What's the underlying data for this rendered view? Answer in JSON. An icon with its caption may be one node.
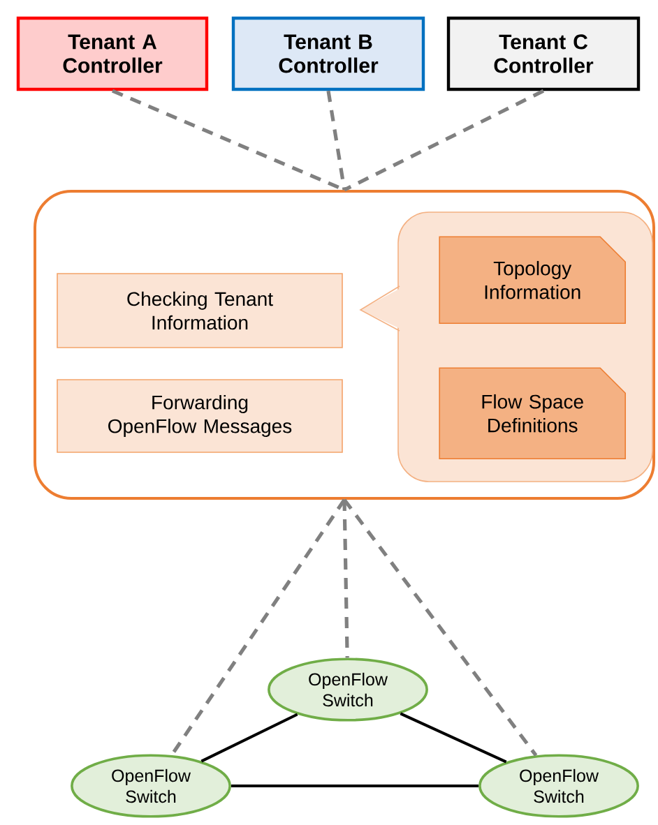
{
  "diagram": {
    "nodes": [
      {
        "text": [
          "Tenant A Controller"
        ]
      },
      {
        "text": [
          "Tenant B Controller"
        ]
      },
      {
        "text": [
          "Tenant C Controller"
        ]
      },
      {
        "text": [],
        "shape": "box"
      },
      {
        "text": [
          "Checking Tenant Information"
        ],
        "in": 3
      },
      {
        "text": [
          "Forwarding OpenFlow Messages"
        ],
        "in": 3
      },
      {
        "text": [],
        "shape": "callout",
        "in": 3
      },
      {
        "text": [
          "Topology Information"
        ],
        "in": 6
      },
      {
        "text": [
          "Flow Space Definitions"
        ],
        "in": 6
      },
      {
        "text": [
          "OpenFlow Switch"
        ]
      },
      {
        "text": [
          "OpenFlow Switch"
        ]
      },
      {
        "text": [
          "OpenFlow Switch"
        ]
      }
    ],
    "edges": [
      {
        "from": 0,
        "to": 3,
        "arrow": "none",
        "style": "dashed"
      },
      {
        "from": 1,
        "to": 3,
        "arrow": "none",
        "style": "dashed"
      },
      {
        "from": 2,
        "to": 3,
        "arrow": "none",
        "style": "dashed"
      },
      {
        "from": 3,
        "to": 10,
        "arrow": "none",
        "style": "dashed"
      },
      {
        "from": 3,
        "to": 9,
        "arrow": "none",
        "style": "dashed"
      },
      {
        "from": 3,
        "to": 11,
        "arrow": "none",
        "style": "dashed"
      },
      {
        "from": 9,
        "to": 10,
        "arrow": "none",
        "color": "#000000"
      },
      {
        "from": 9,
        "to": 11,
        "arrow": "none",
        "color": "#000000"
      },
      {
        "from": 10,
        "to": 11,
        "arrow": "none",
        "color": "#000000"
      }
    ]
  }
}
